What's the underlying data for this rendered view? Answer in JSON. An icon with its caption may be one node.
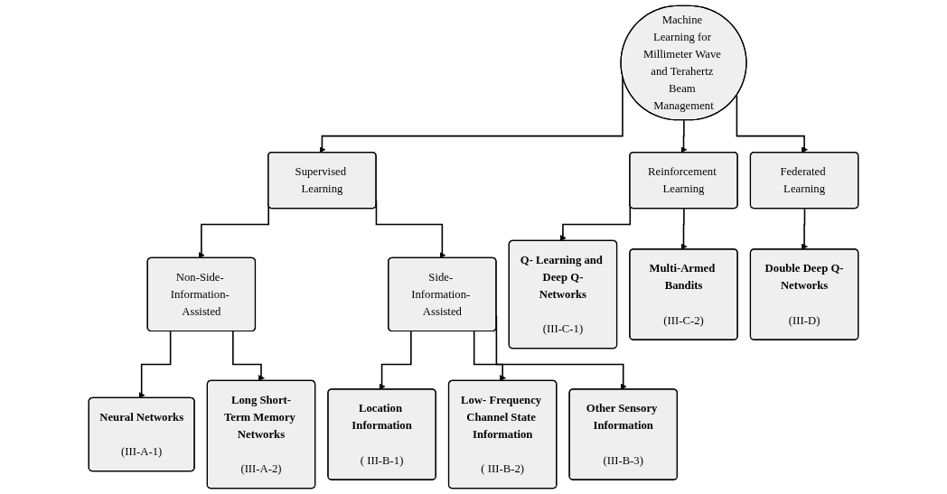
{
  "diagram": {
    "nodes": [
      {
        "text": [
          "Machine Learning for Millimeter Wave and Terahertz Beam Management"
        ]
      },
      {
        "text": [
          "Supervised Learning"
        ]
      },
      {
        "text": [
          "Reinforcement Learning"
        ]
      },
      {
        "text": [
          "Federated Learning"
        ]
      },
      {
        "text": [
          "Non-Side- Information- Assisted"
        ]
      },
      {
        "text": [
          "Side- Information- Assisted"
        ]
      },
      {
        "text": [
          "Neural Networks",
          "(III-A-1)"
        ]
      },
      {
        "text": [
          "Long Short-Term Memory Networks",
          "(III-A-2)"
        ]
      },
      {
        "text": [
          "Location Information",
          "( III-B-1)"
        ]
      },
      {
        "text": [
          "Low- Frequency Channel State Information",
          "( III-B-2)"
        ]
      },
      {
        "text": [
          "Other Sensory Information",
          "(III-B-3)"
        ]
      },
      {
        "text": [
          "Q- Learning and Deep Q-Networks",
          "(III-C-1)"
        ]
      },
      {
        "text": [
          "Multi-Armed Bandits",
          "(III-C-2)"
        ]
      },
      {
        "text": [
          "Double Deep Q-Networks",
          "(III-D)"
        ]
      }
    ],
    "edges": [
      {
        "from": 0,
        "to": 1,
        "arrow": "to"
      },
      {
        "from": 0,
        "to": 2,
        "arrow": "to"
      },
      {
        "from": 0,
        "to": 3,
        "arrow": "to"
      },
      {
        "from": 1,
        "to": 4,
        "arrow": "to"
      },
      {
        "from": 1,
        "to": 5,
        "arrow": "to"
      },
      {
        "from": 4,
        "to": 6,
        "arrow": "to"
      },
      {
        "from": 4,
        "to": 7,
        "arrow": "to"
      },
      {
        "from": 5,
        "to": 8,
        "arrow": "to"
      },
      {
        "from": 5,
        "to": 9,
        "arrow": "to"
      },
      {
        "from": 5,
        "to": 10,
        "arrow": "to"
      },
      {
        "from": 2,
        "to": 11,
        "arrow": "to"
      },
      {
        "from": 2,
        "to": 12,
        "arrow": "to"
      },
      {
        "from": 3,
        "to": 13,
        "arrow": "to"
      }
    ]
  }
}
